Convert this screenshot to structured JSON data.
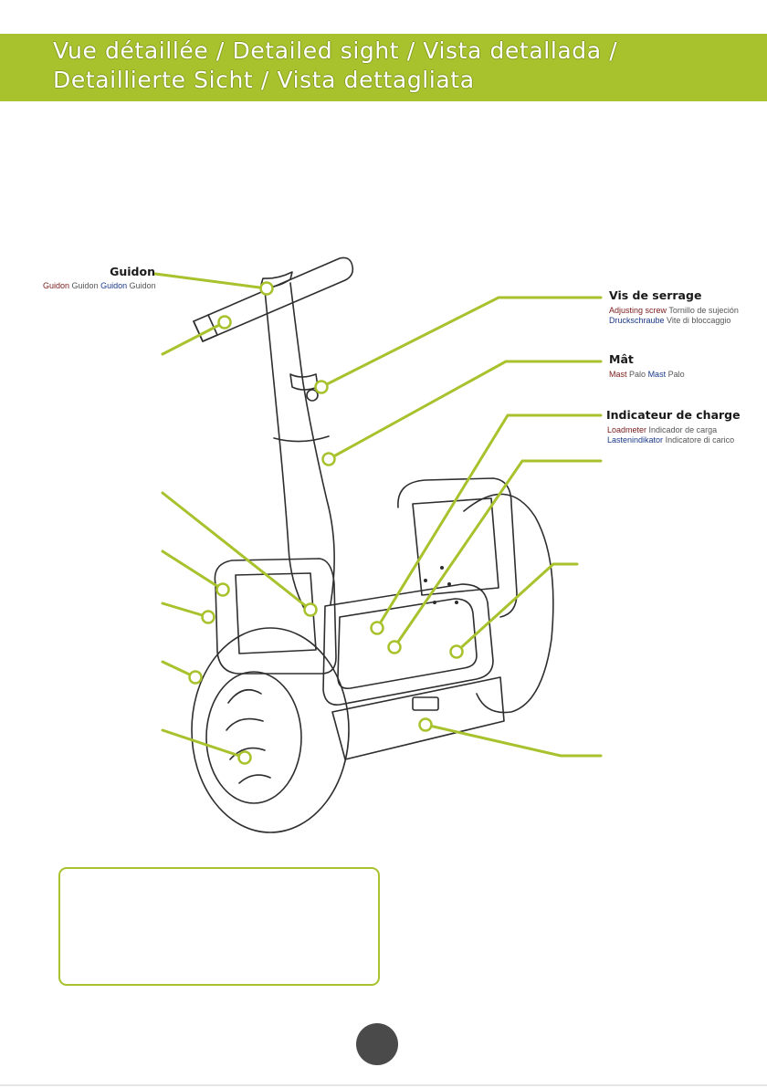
{
  "header": {
    "title_line1": "Vue détaillée / Detailed sight / Vista detallada /",
    "title_line2": "Detaillierte Sicht / Vista dettagliata",
    "band_color": "#a7c22c"
  },
  "labels": {
    "guidon": {
      "title": "Guidon",
      "translations": [
        "Guidon",
        "Guidon",
        "Guidon",
        "Guidon"
      ]
    },
    "vis_de_serrage": {
      "title": "Vis de serrage",
      "en": "Adjusting screw",
      "es": "Tornillo de sujeción",
      "de": "Druckschraube",
      "it": "Vite di bloccaggio"
    },
    "mat": {
      "title": "Mât",
      "en": "Mast",
      "es": "Palo",
      "de": "Mast",
      "it": "Palo"
    },
    "indicateur": {
      "title": "Indicateur de charge",
      "en": "Loadmeter",
      "es": "Indicador de carga",
      "de": "Lastenindikator",
      "it": "Indicatore di carico"
    }
  },
  "colors": {
    "accent": "#a7c22c",
    "leader_line": "#a7c22c",
    "callout_red": "#7a1a1a",
    "callout_blue": "#1c3a8a",
    "page_badge": "#4a4a4a"
  }
}
